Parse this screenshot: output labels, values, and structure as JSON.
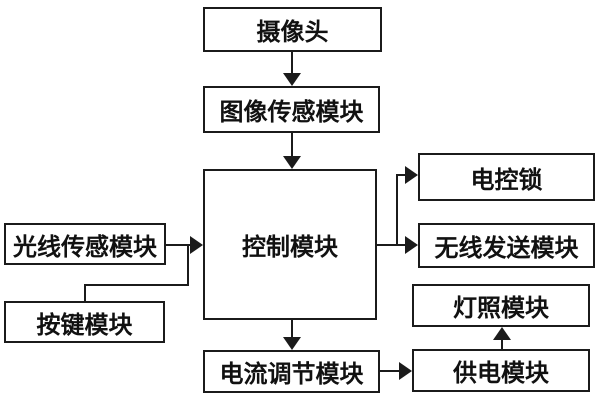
{
  "diagram": {
    "type": "block-diagram",
    "background": "#ffffff",
    "line_color": "#1b1b1b",
    "text_color": "#111111",
    "nodes": {
      "camera": {
        "label": "摄像头"
      },
      "image_sensor": {
        "label": "图像传感模块"
      },
      "control": {
        "label": "控制模块"
      },
      "light_sensor": {
        "label": "光线传感模块"
      },
      "key": {
        "label": "按键模块"
      },
      "lock": {
        "label": "电控锁"
      },
      "wireless": {
        "label": "无线发送模块"
      },
      "lighting": {
        "label": "灯照模块"
      },
      "power": {
        "label": "供电模块"
      },
      "current": {
        "label": "电流调节模块"
      }
    },
    "edges": [
      {
        "from": "摄像头",
        "to": "图像传感模块",
        "direction": "down"
      },
      {
        "from": "图像传感模块",
        "to": "控制模块",
        "direction": "down"
      },
      {
        "from": "光线传感模块",
        "to": "控制模块",
        "direction": "right"
      },
      {
        "from": "按键模块",
        "to": "控制模块",
        "direction": "up-right"
      },
      {
        "from": "控制模块",
        "to": "电控锁",
        "direction": "right-up"
      },
      {
        "from": "控制模块",
        "to": "无线发送模块",
        "direction": "right"
      },
      {
        "from": "控制模块",
        "to": "电流调节模块",
        "direction": "down"
      },
      {
        "from": "电流调节模块",
        "to": "供电模块",
        "direction": "right"
      },
      {
        "from": "供电模块",
        "to": "灯照模块",
        "direction": "up"
      }
    ]
  }
}
